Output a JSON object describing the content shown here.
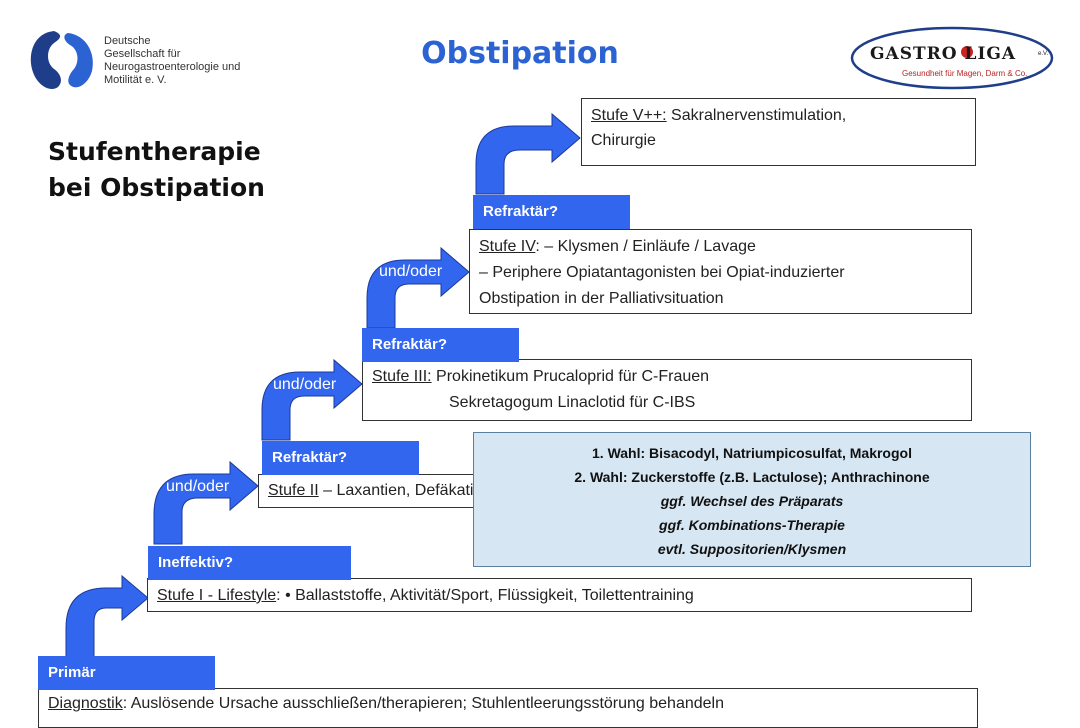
{
  "title": "Obstipation",
  "subtitle": {
    "line1": "Stufentherapie",
    "line2": "bei Obstipation"
  },
  "logo_left": {
    "lines": [
      "Deutsche",
      "Gesellschaft für",
      "Neurogastroenterologie und",
      "Motilität e. V."
    ]
  },
  "logo_right": {
    "name": "GASTRO LIGA",
    "suffix": "e.V.",
    "tagline": "Gesundheit für Magen, Darm & Co."
  },
  "steps": {
    "diag": {
      "label": "Diagnostik",
      "text": ": Auslösende Ursache ausschließen/therapieren; Stuhlentleerungsstörung behandeln"
    },
    "s1": {
      "label": "Stufe I - Lifestyle",
      "text": ":  • Ballaststoffe, Aktivität/Sport, Flüssigkeit, Toilettentraining"
    },
    "s2": {
      "label": "Stufe II",
      "text": " – Laxantien, Defäkationshilfen"
    },
    "s3": {
      "label": "Stufe III:",
      "line1": " Prokinetikum Prucaloprid für C-Frauen",
      "line2": "Sekretagogum Linaclotid für C-IBS"
    },
    "s4": {
      "label": "Stufe IV",
      "line1": ": – Klysmen / Einläufe / Lavage",
      "line2": "– Periphere Opiatantagonisten bei Opiat-induzierter",
      "line3": "Obstipation in der Palliativsituation"
    },
    "s5": {
      "label": "Stufe V++:",
      "line1": "  Sakralnervenstimulation,",
      "line2": "Chirurgie"
    }
  },
  "tags": {
    "primaer": "Primär",
    "ineffektiv": "Ineffektiv?",
    "refraktaer1": "Refraktär?",
    "refraktaer2": "Refraktär?",
    "refraktaer3": "Refraktär?"
  },
  "und_oder": {
    "a1": "und/oder",
    "a2": "und/oder",
    "a3": "und/oder"
  },
  "info": {
    "l1": "1. Wahl: Bisacodyl, Natriumpicosulfat, Makrogol",
    "l2": "2. Wahl: Zuckerstoffe (z.B. Lactulose); Anthrachinone",
    "l3": "ggf. Wechsel des Präparats",
    "l4": "ggf. Kombinations-Therapie",
    "l5": "evtl. Suppositorien/Klysmen"
  },
  "colors": {
    "title": "#2b63d3",
    "arrow": "#3366ee",
    "info_bg": "#d6e6f2"
  }
}
